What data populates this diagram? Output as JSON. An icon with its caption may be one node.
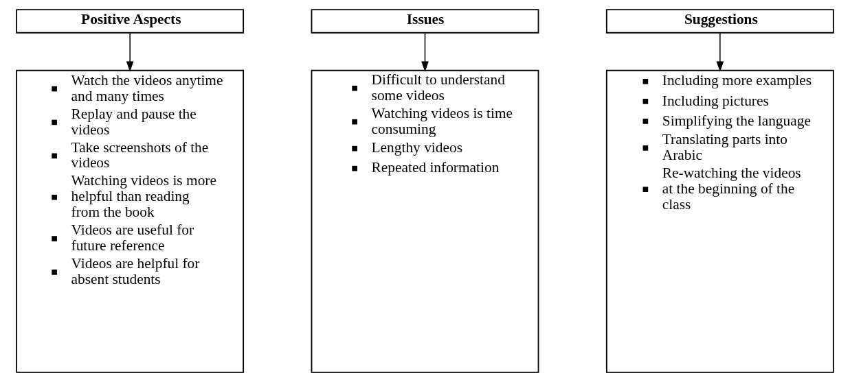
{
  "diagram": {
    "nodes": [
      {
        "text": [
          "Positive Aspects"
        ]
      },
      {
        "text": [
          "Issues"
        ]
      },
      {
        "text": [
          "Suggestions"
        ]
      },
      {
        "text": [
          "Watch the videos anytime and many times",
          "Replay and pause the videos",
          "Take screenshots of the videos",
          "Watching videos is more helpful than reading from the book",
          "Videos are useful for future reference",
          "Videos are helpful for absent students"
        ]
      },
      {
        "text": [
          "Difficult to understand some videos",
          "Watching videos is time consuming",
          "Lengthy videos",
          "Repeated information"
        ]
      },
      {
        "text": [
          "Including more examples",
          "Including pictures",
          "Simplifying the language",
          "Translating parts into Arabic",
          "Re-watching the videos at the beginning of the class"
        ]
      }
    ],
    "edges": [
      {
        "from": 0,
        "to": 3,
        "arrow": "to"
      },
      {
        "from": 1,
        "to": 4,
        "arrow": "to"
      },
      {
        "from": 2,
        "to": 5,
        "arrow": "to"
      }
    ]
  }
}
